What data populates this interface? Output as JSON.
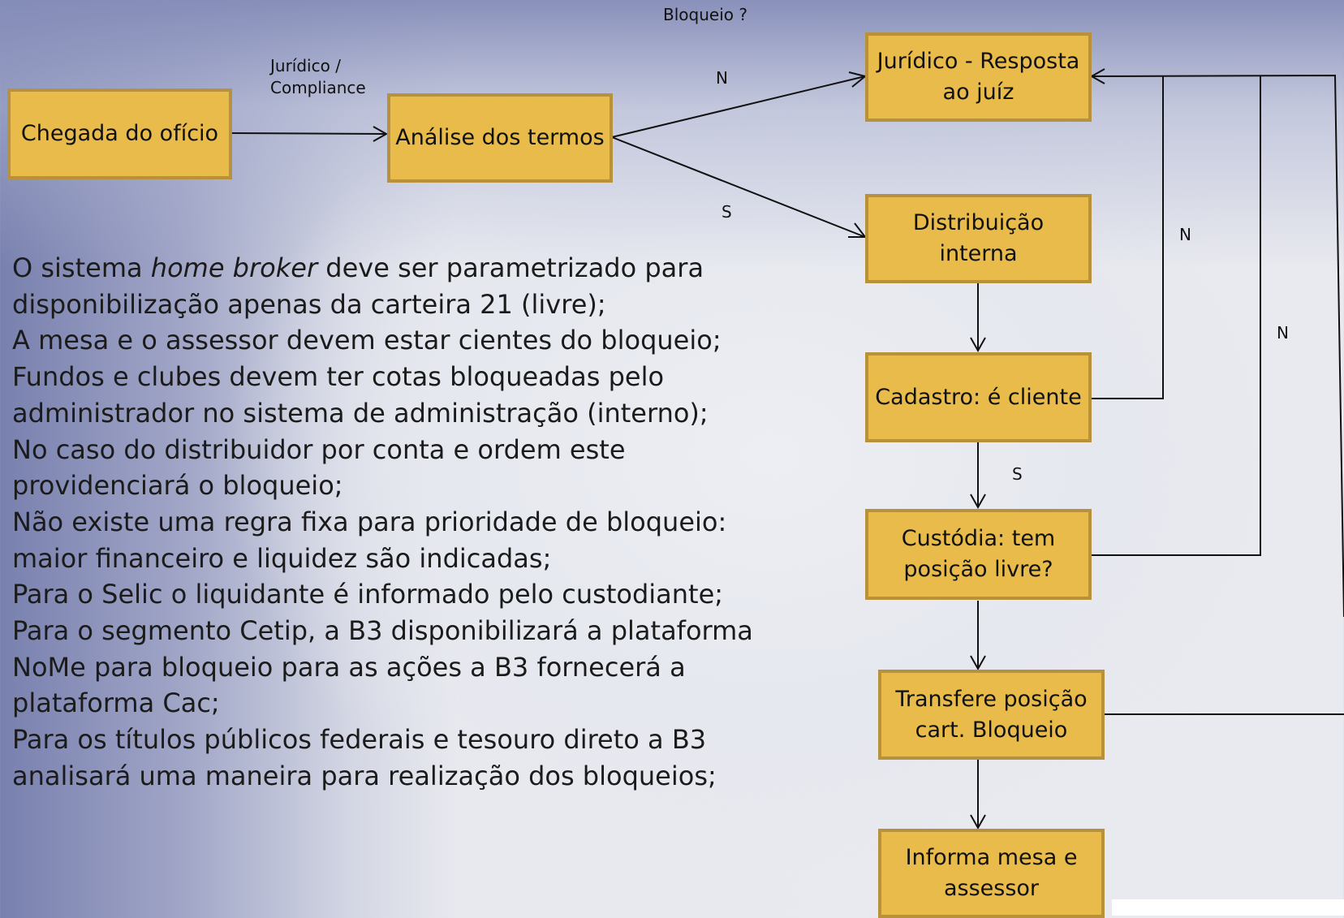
{
  "labels": {
    "juridico_compliance": [
      "Jurídico /",
      "Compliance"
    ],
    "bloqueio": "Bloqueio ?",
    "n_top": "N",
    "s_mid": "S",
    "n_right1": "N",
    "n_right2": "N",
    "s_low": "S"
  },
  "nodes": {
    "chegada": "Chegada do ofício",
    "analise": "Análise dos termos",
    "juridico": "Jurídico - Resposta ao juíz",
    "distribuicao": "Distribuição interna",
    "cadastro": "Cadastro: é cliente",
    "custodia": "Custódia: tem posição livre?",
    "transfere": "Transfere posição cart. Bloqueio",
    "informa": "Informa mesa e assessor"
  },
  "notes": [
    {
      "before": "O sistema ",
      "em": "home broker",
      "after": " deve ser parametrizado para disponibilização apenas da carteira 21 (livre);"
    },
    "A mesa e o assessor devem estar cientes do bloqueio;",
    "Fundos e clubes devem ter cotas bloqueadas pelo administrador no sistema de administração (interno);",
    "No caso do distribuidor por conta e ordem este providenciará o bloqueio;",
    "Não existe uma regra fixa para prioridade de bloqueio: maior financeiro e liquidez são indicadas;",
    "Para o Selic o liquidante é informado pelo custodiante;",
    "Para o segmento Cetip, a B3 disponibilizará a plataforma NoMe para bloqueio para as ações a B3 fornecerá a plataforma Cac;",
    "Para os títulos públicos federais e tesouro direto a B3 analisará uma maneira para realização dos bloqueios;"
  ]
}
